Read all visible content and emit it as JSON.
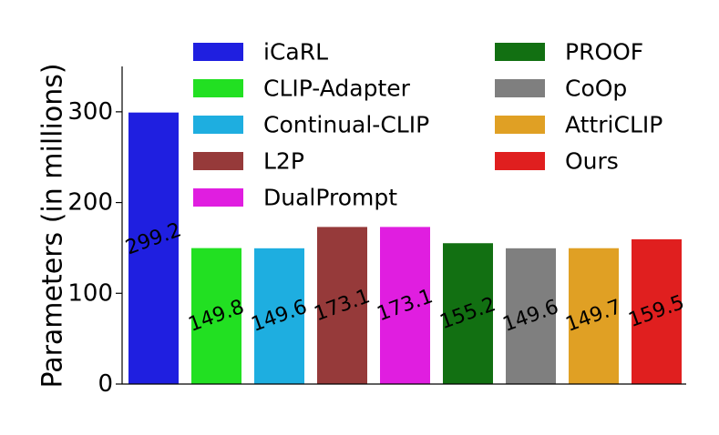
{
  "chart_data": {
    "type": "bar",
    "title": "",
    "xlabel": "",
    "ylabel": "Parameters (in millions)",
    "ylim": [
      0,
      350
    ],
    "yticks": [
      0,
      100,
      200,
      300
    ],
    "grid": false,
    "legend_position": "top",
    "categories": [
      "iCaRL",
      "CLIP-Adapter",
      "Continual-CLIP",
      "L2P",
      "DualPrompt",
      "PROOF",
      "CoOp",
      "AttriCLIP",
      "Ours"
    ],
    "values": [
      299.2,
      149.8,
      149.6,
      173.1,
      173.1,
      155.2,
      149.6,
      149.7,
      159.5
    ],
    "value_labels": [
      "299.2",
      "149.8",
      "149.6",
      "173.1",
      "173.1",
      "155.2",
      "149.6",
      "149.7",
      "159.5"
    ],
    "colors": [
      "#1f1fe0",
      "#22e022",
      "#1eaee0",
      "#963a3a",
      "#e01ee0",
      "#127012",
      "#7f7f7f",
      "#e0a024",
      "#e01f1f"
    ],
    "legend_columns": [
      [
        "iCaRL",
        "CLIP-Adapter",
        "Continual-CLIP",
        "L2P",
        "DualPrompt"
      ],
      [
        "PROOF",
        "CoOp",
        "AttriCLIP",
        "Ours"
      ]
    ]
  }
}
